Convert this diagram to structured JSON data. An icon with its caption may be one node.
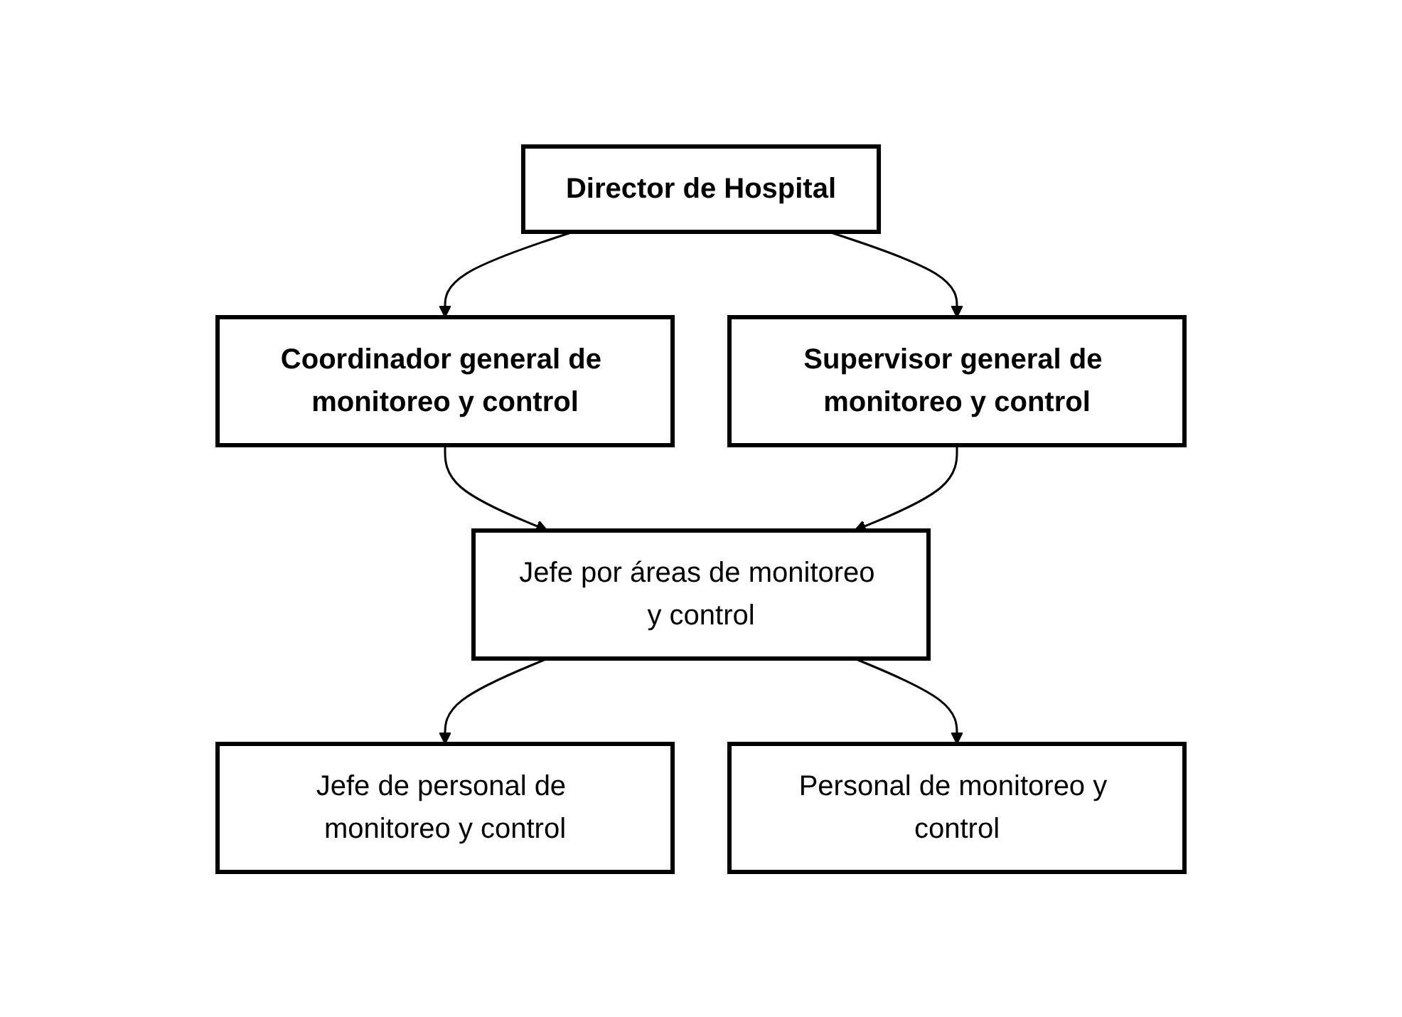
{
  "diagram": {
    "nodes": [
      {
        "text": [
          "Director de Hospital"
        ]
      },
      {
        "text": [
          "Coordinador general de monitoreo y control"
        ]
      },
      {
        "text": [
          "Supervisor general de monitoreo y control"
        ]
      },
      {
        "text": [
          "Jefe por áreas de monitoreo y control"
        ]
      },
      {
        "text": [
          "Jefe de personal de monitoreo y control"
        ]
      },
      {
        "text": [
          "Personal de monitoreo y control"
        ]
      }
    ],
    "edges": [
      {
        "from": 0,
        "to": 1,
        "arrow": "to"
      },
      {
        "from": 0,
        "to": 2,
        "arrow": "to"
      },
      {
        "from": 1,
        "to": 3,
        "arrow": "to"
      },
      {
        "from": 2,
        "to": 3,
        "arrow": "to"
      },
      {
        "from": 3,
        "to": 4,
        "arrow": "to"
      },
      {
        "from": 3,
        "to": 5,
        "arrow": "to"
      }
    ]
  }
}
